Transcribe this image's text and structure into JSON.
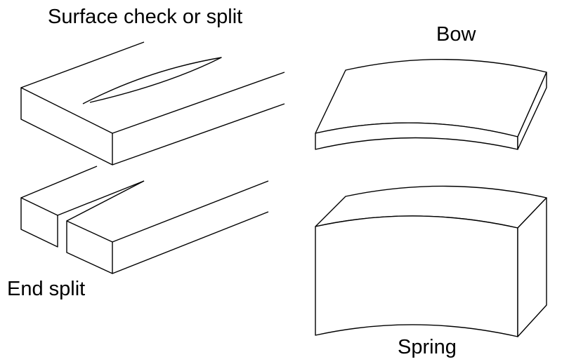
{
  "labels": {
    "surface_check": "Surface check or split",
    "end_split": "End split",
    "bow": "Bow",
    "spring": "Spring"
  },
  "colors": {
    "stroke": "#000000",
    "background": "#ffffff"
  }
}
